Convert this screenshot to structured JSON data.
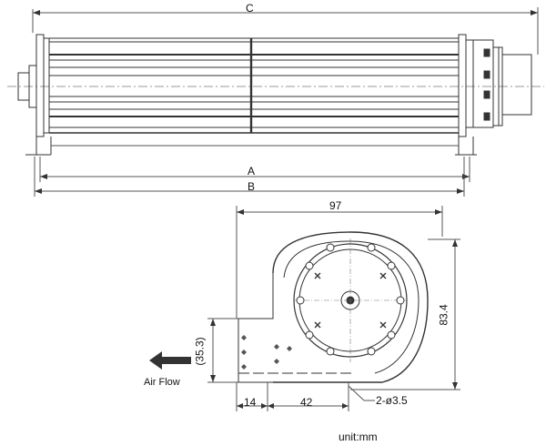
{
  "dimensions": {
    "overall_length": "C",
    "mounting_length": "A",
    "body_length": "B",
    "width": "97",
    "height": "83.4",
    "outlet_height": "(35.3)",
    "outlet_offset": "14",
    "hole_spacing": "42",
    "holes": "2-ø3.5"
  },
  "airflow_label": "Air Flow",
  "unit_label": "unit:mm",
  "colors": {
    "line": "#333333",
    "dim": "#444444"
  }
}
